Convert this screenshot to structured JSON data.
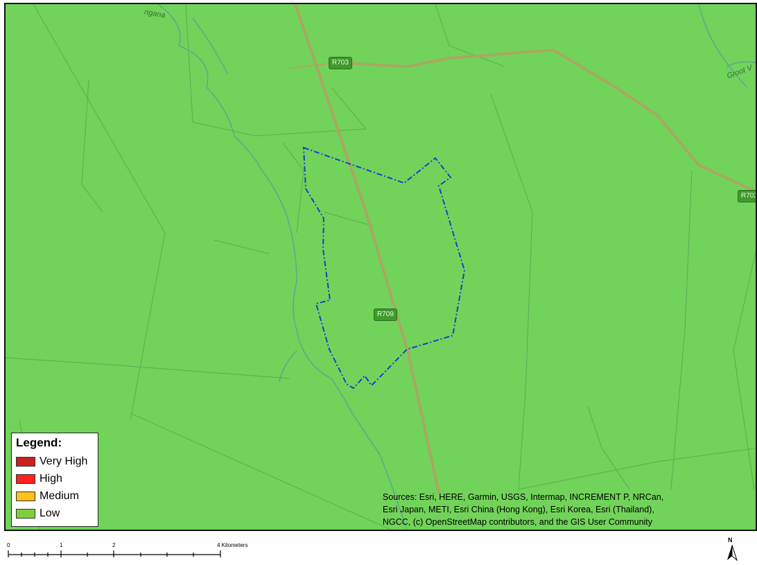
{
  "map": {
    "road_labels": [
      "R703",
      "R703",
      "R709"
    ],
    "place_labels": [
      "ngana",
      "Groot V"
    ],
    "colors": {
      "background": "#72d35a",
      "road": "#a9a862",
      "stream": "#58a890",
      "boundary": "#1a3fd0",
      "lines": "#5ea950"
    }
  },
  "legend": {
    "title": "Legend:",
    "items": [
      {
        "label": "Very High",
        "color": "#cc1f1f"
      },
      {
        "label": "High",
        "color": "#ff2020"
      },
      {
        "label": "Medium",
        "color": "#ffc21a"
      },
      {
        "label": "Low",
        "color": "#7fcf3a"
      }
    ]
  },
  "attribution": {
    "lines": [
      "Sources: Esri, HERE, Garmin, USGS, Intermap, INCREMENT P, NRCan,",
      "Esri Japan, METI, Esri China (Hong Kong), Esri Korea, Esri (Thailand),",
      "NGCC, (c) OpenStreetMap contributors, and the GIS User Community"
    ]
  },
  "scale_bar": {
    "tick_labels": [
      "0",
      "1",
      "2",
      "4 Kilometers"
    ]
  },
  "north_arrow": {
    "letter": "N"
  }
}
